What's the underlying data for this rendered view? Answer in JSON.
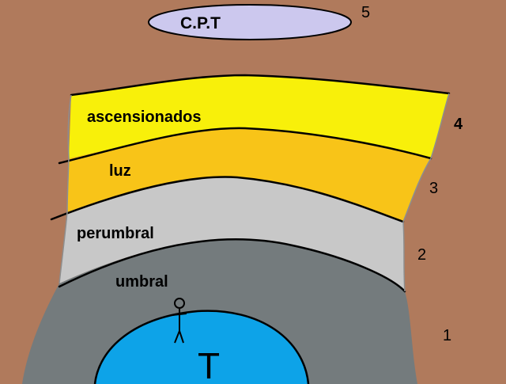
{
  "colors": {
    "background": "#b07a5c",
    "ascensionados": "#f8f00a",
    "luz": "#f8c418",
    "perumbral": "#c8c8c8",
    "umbral": "#747b7d",
    "core": "#0da3e8",
    "cpt": "#ccc8ee",
    "outline": "#000000"
  },
  "diagram": {
    "cpt_label": "C.P.T",
    "layers": [
      {
        "id": "ascensionados",
        "label": "ascensionados"
      },
      {
        "id": "luz",
        "label": "luz"
      },
      {
        "id": "perumbral",
        "label": "perumbral"
      },
      {
        "id": "umbral",
        "label": "umbral"
      }
    ],
    "core_glyph": "T",
    "numbers": [
      "1",
      "2",
      "3",
      "4",
      "5"
    ]
  }
}
